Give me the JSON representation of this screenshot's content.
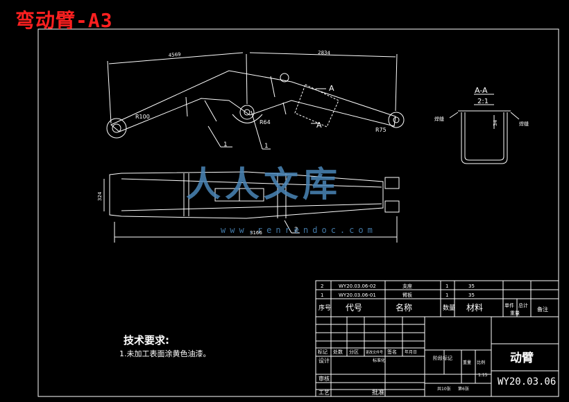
{
  "sheet_title": "弯动臂-A3",
  "watermark": {
    "text": "人人文库",
    "url": "www.renrendoc.com",
    "color": "#4a86b8"
  },
  "colors": {
    "background": "#000000",
    "lines": "#ffffff",
    "title": "#ff2020"
  },
  "dimensions": {
    "left_span": "4569",
    "right_span": "2834",
    "radius_left": "R100",
    "radius_mid": "R64",
    "radius_right": "R75",
    "height": "324",
    "overall_length": "3166",
    "section_depth": "34"
  },
  "section": {
    "label": "A-A",
    "scale": "2:1",
    "cut_label": "A",
    "weld_left": "焊缝",
    "weld_right": "焊缝"
  },
  "callouts": {
    "part1": "1",
    "part2": "2"
  },
  "tech_requirements": {
    "heading": "技术要求:",
    "note": "1.未加工表面涂黄色油漆。"
  },
  "bom": {
    "rows": [
      {
        "seq": "2",
        "code": "WY20.03.06-02",
        "name": "支座",
        "qty": "1",
        "material": "35",
        "unit_weight": "",
        "total_weight": "",
        "remark": ""
      },
      {
        "seq": "1",
        "code": "WY20.03.06-01",
        "name": "臂板",
        "qty": "1",
        "material": "35",
        "unit_weight": "",
        "total_weight": "",
        "remark": ""
      }
    ],
    "headers": {
      "seq": "序号",
      "code": "代号",
      "name": "名称",
      "qty": "数量",
      "material": "材料",
      "unit_weight": "单件",
      "total_weight": "总计",
      "weight": "重量",
      "remark": "备注"
    }
  },
  "title_block": {
    "part_name": "动臂",
    "drawing_number": "WY20.03.06",
    "scale": "1:15",
    "sheets": "共10张",
    "sheet_no": "第6张",
    "labels": {
      "mark": "标记",
      "count": "处数",
      "zone": "分区",
      "change_doc": "更改文件号",
      "signature": "签名",
      "date": "年月日",
      "design": "设计",
      "standardize": "标准化",
      "stage_mark": "阶段标记",
      "weight": "重量",
      "ratio": "比例",
      "review": "审核",
      "process": "工艺",
      "approve": "批准"
    }
  }
}
